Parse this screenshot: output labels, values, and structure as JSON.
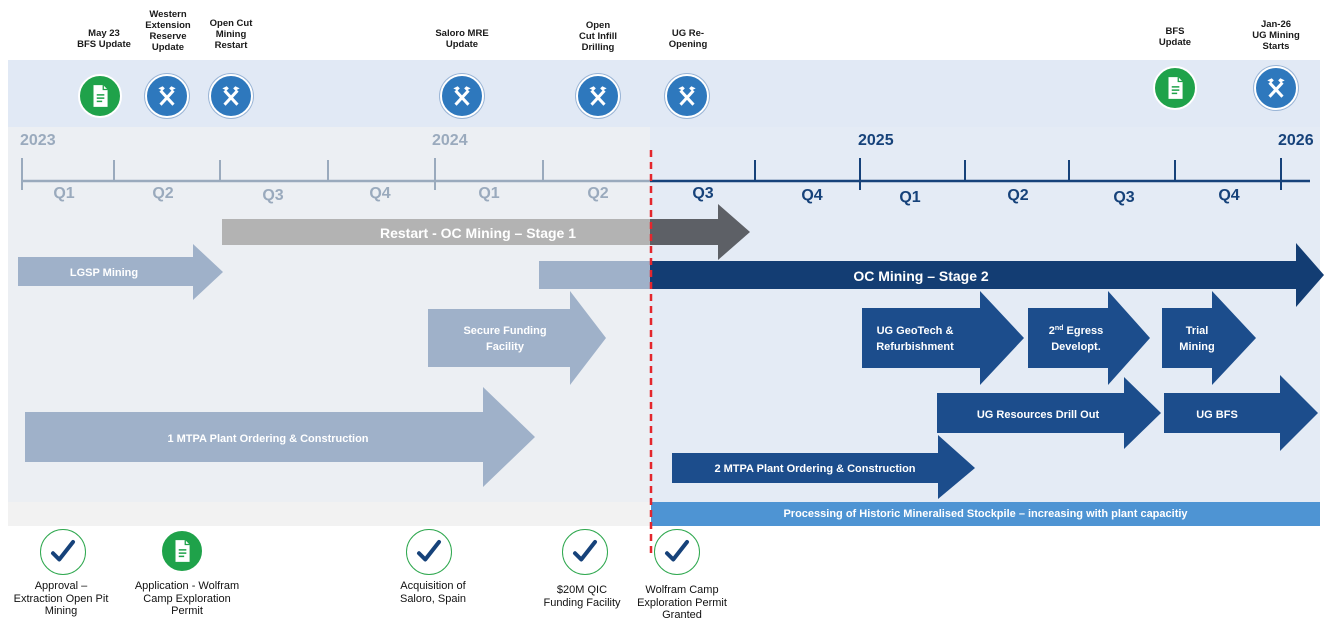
{
  "top_milestones": [
    {
      "id": "m1",
      "lines": [
        "May 23",
        "BFS Update"
      ],
      "icon": "document-icon",
      "icon_color": "green"
    },
    {
      "id": "m2",
      "lines": [
        "Western",
        "Extension",
        "Reserve",
        "Update"
      ],
      "icon": "mining-hammers-icon",
      "icon_color": "blue"
    },
    {
      "id": "m3",
      "lines": [
        "Open Cut",
        "Mining",
        "Restart"
      ],
      "icon": "mining-hammers-icon",
      "icon_color": "blue"
    },
    {
      "id": "m4",
      "lines": [
        "Saloro MRE",
        "Update"
      ],
      "icon": "mining-hammers-icon",
      "icon_color": "blue"
    },
    {
      "id": "m5",
      "lines": [
        "Open",
        "Cut Infill",
        "Drilling"
      ],
      "icon": "mining-hammers-icon",
      "icon_color": "blue"
    },
    {
      "id": "m6",
      "lines": [
        "UG Re-",
        "Opening"
      ],
      "icon": "mining-hammers-icon",
      "icon_color": "blue"
    },
    {
      "id": "m7",
      "lines": [
        "BFS",
        "Update"
      ],
      "icon": "document-icon",
      "icon_color": "green"
    },
    {
      "id": "m8",
      "lines": [
        "Jan-26",
        "UG Mining",
        "Starts"
      ],
      "icon": "mining-hammers-icon",
      "icon_color": "blue"
    }
  ],
  "years": [
    "2023",
    "2024",
    "2025",
    "2026"
  ],
  "quarters": {
    "past": [
      "Q1",
      "Q2",
      "Q3",
      "Q4",
      "Q1",
      "Q2"
    ],
    "future": [
      "Q3",
      "Q4",
      "Q1",
      "Q2",
      "Q3",
      "Q4"
    ]
  },
  "bars": {
    "restart": "Restart - OC Mining – Stage 1",
    "lgsp": "LGSP Mining",
    "oc2": "OC Mining – Stage 2",
    "funding": [
      "Secure Funding",
      "Facility"
    ],
    "geotech": [
      "UG GeoTech &",
      "Refurbishment"
    ],
    "egress_sup": "nd",
    "egress_pre": "2",
    "egress_post": " Egress",
    "egress_line2": "Developt.",
    "trial": [
      "Trial",
      "Mining"
    ],
    "ugres": "UG Resources Drill Out",
    "ugbfs": "UG BFS",
    "plant1": "1 MTPA Plant Ordering & Construction",
    "plant2": "2 MTPA Plant Ordering & Construction"
  },
  "stockpile": "Processing of Historic Mineralised Stockpile – increasing with plant capacitiy",
  "colors": {
    "past_bar": "#9fb1c9",
    "restart_bar": "#b3b3b3",
    "restart_dark": "#5d6066",
    "future_bar": "#1c4d8c",
    "oc2_bar": "#133d73",
    "today_line": "#e3262d",
    "stockpile": "#4e94d3",
    "check_green": "#2fa84f"
  },
  "bottom_milestones": [
    {
      "id": "b1",
      "lines": [
        "Approval –",
        "Extraction Open Pit",
        "Mining"
      ],
      "icon": "checkmark-icon"
    },
    {
      "id": "b2",
      "lines": [
        "Application - Wolfram",
        "Camp Exploration",
        "Permit"
      ],
      "icon": "document-icon"
    },
    {
      "id": "b3",
      "lines": [
        "Acquisition of",
        "Saloro, Spain"
      ],
      "icon": "checkmark-icon"
    },
    {
      "id": "b4",
      "lines": [
        "$20M QIC",
        "Funding Facility"
      ],
      "icon": "checkmark-icon"
    },
    {
      "id": "b5",
      "lines": [
        "Wolfram Camp",
        "Exploration Permit",
        "Granted"
      ],
      "icon": "checkmark-icon"
    }
  ]
}
